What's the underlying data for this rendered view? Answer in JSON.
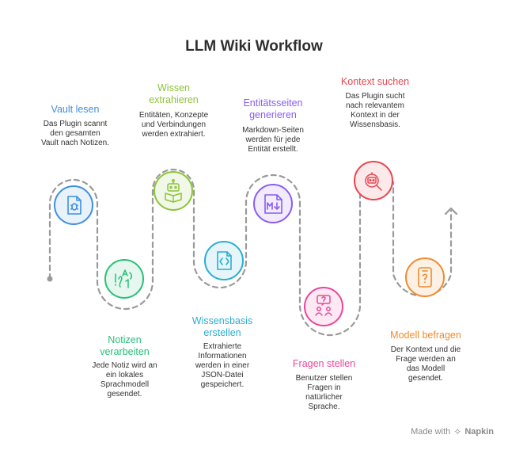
{
  "title": "LLM Wiki Workflow",
  "colors": {
    "path": "#9a9a9a",
    "blue": "#3f8fe0",
    "green": "#28c078",
    "lime": "#8cc43a",
    "cyan": "#2aaed2",
    "purple": "#8b5cf0",
    "pink": "#e8479a",
    "red": "#e9454f",
    "orange": "#f08b2c"
  },
  "steps": [
    {
      "heading": "Vault lesen",
      "desc": "Das Plugin scannt\nden gesamten\nVault nach Notizen.",
      "icon": "document-bug-icon",
      "color": "blue"
    },
    {
      "heading": "Notizen\nverarbeiten",
      "desc": "Jede Notiz wird an\nein lokales\nSprachmodell\ngesendet.",
      "icon": "translate-icon",
      "color": "green"
    },
    {
      "heading": "Wissen\nextrahieren",
      "desc": "Entitäten, Konzepte\nund Verbindungen\nwerden extrahiert.",
      "icon": "robot-book-icon",
      "color": "lime"
    },
    {
      "heading": "Wissensbasis\nerstellen",
      "desc": "Extrahierte\nInformationen\nwerden in einer\nJSON-Datei\ngespeichert.",
      "icon": "code-file-icon",
      "color": "cyan"
    },
    {
      "heading": "Entitätsseiten\ngenerieren",
      "desc": "Markdown-Seiten\nwerden für jede\nEntität erstellt.",
      "icon": "markdown-icon",
      "color": "purple"
    },
    {
      "heading": "Fragen stellen",
      "desc": "Benutzer stellen\nFragen in\nnatürlicher\nSprache.",
      "icon": "people-question-icon",
      "color": "pink"
    },
    {
      "heading": "Kontext suchen",
      "desc": "Das Plugin sucht\nnach relevantem\nKontext in der\nWissensbasis.",
      "icon": "robot-search-icon",
      "color": "red"
    },
    {
      "heading": "Modell befragen",
      "desc": "Der Kontext und die\nFrage werden an\ndas Modell\ngesendet.",
      "icon": "phone-question-icon",
      "color": "orange"
    }
  ],
  "footer": {
    "prefix": "Made with",
    "brand": "Napkin"
  }
}
